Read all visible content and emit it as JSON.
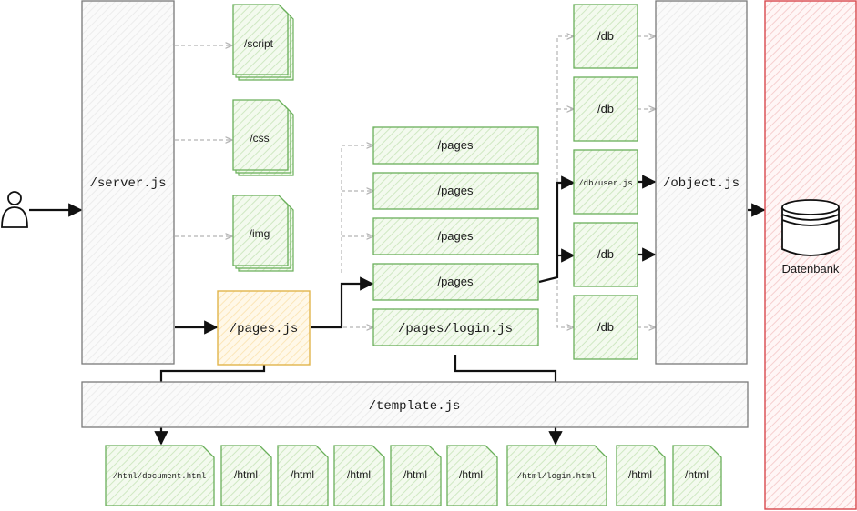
{
  "colors": {
    "green_stroke": "#6aaf5a",
    "green_fill": "#dff0d4",
    "gray_stroke": "#7a7a7a",
    "gray_fill": "#f2f2f2",
    "yellow_stroke": "#e2b54c",
    "yellow_fill": "#fcefd2",
    "red_stroke": "#d9484d",
    "red_fill": "#fbe3e3",
    "arrow_dark": "#111111",
    "arrow_light": "#b4b4b4"
  },
  "nodes": {
    "server": "/server.js",
    "object": "/object.js",
    "template": "/template.js",
    "pages_js": "/pages.js",
    "database": "Datenbank",
    "files": {
      "script": "/script",
      "css": "/css",
      "img": "/img"
    },
    "pages": [
      "/pages",
      "/pages",
      "/pages",
      "/pages",
      "/pages/login.js"
    ],
    "db": [
      "/db",
      "/db",
      "/db/user.js",
      "/db",
      "/db"
    ],
    "html": [
      "/html/document.html",
      "/html",
      "/html",
      "/html",
      "/html",
      "/html",
      "/html/login.html",
      "/html",
      "/html"
    ]
  },
  "icons": {
    "user": "user-icon",
    "database": "database-icon"
  }
}
